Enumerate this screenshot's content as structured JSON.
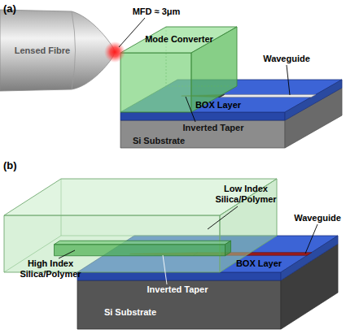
{
  "diagram": {
    "labels": [
      "(a)",
      "MFD ≈ 3μm",
      "Lensed Fibre",
      "Mode Converter",
      "Waveguide",
      "BOX Layer",
      "Inverted Taper",
      "Si Substrate",
      "(b)",
      "Low Index Silica/Polymer",
      "High Index Silica/Polymer",
      "Waveguide",
      "BOX Layer",
      "Inverted Taper",
      "Si Substrate"
    ]
  }
}
